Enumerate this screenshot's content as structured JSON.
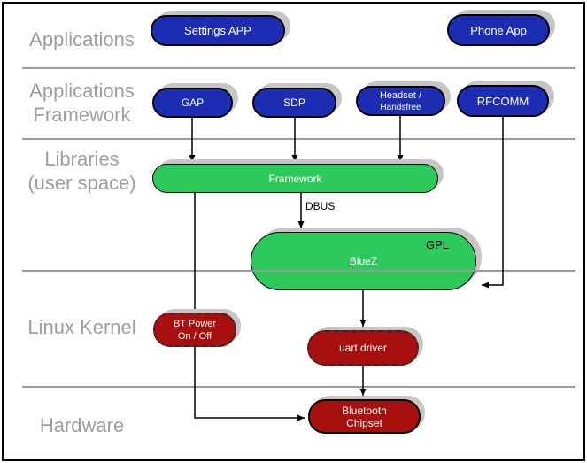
{
  "layers": {
    "applications": {
      "label": "Applications"
    },
    "framework": {
      "line1": "Applications",
      "line2": "Framework"
    },
    "libraries": {
      "line1": "Libraries",
      "line2": "(user space)"
    },
    "kernel": {
      "label": "Linux Kernel"
    },
    "hardware": {
      "label": "Hardware"
    }
  },
  "nodes": {
    "settings_app": {
      "label": "Settings APP"
    },
    "phone_app": {
      "label": "Phone App"
    },
    "gap": {
      "label": "GAP"
    },
    "sdp": {
      "label": "SDP"
    },
    "headset": {
      "line1": "Headset /",
      "line2": "Handsfree"
    },
    "rfcomm": {
      "label": "RFCOMM"
    },
    "framework": {
      "label": "Framework"
    },
    "bluez": {
      "label": "BlueZ",
      "badge": "GPL"
    },
    "bt_power": {
      "line1": "BT Power",
      "line2": "On / Off"
    },
    "uart": {
      "label": "uart driver"
    },
    "chipset": {
      "line1": "Bluetooth",
      "line2": "Chipset"
    }
  },
  "edges": {
    "dbus_label": "DBUS"
  },
  "colors": {
    "app_blue": "#1c2cb3",
    "lib_green": "#2dc95a",
    "kernel_red": "#a80f0f",
    "shadow_gray": "#c6c6c6",
    "divider_gray": "#9a9a9a",
    "label_gray": "#9e9e9e"
  }
}
